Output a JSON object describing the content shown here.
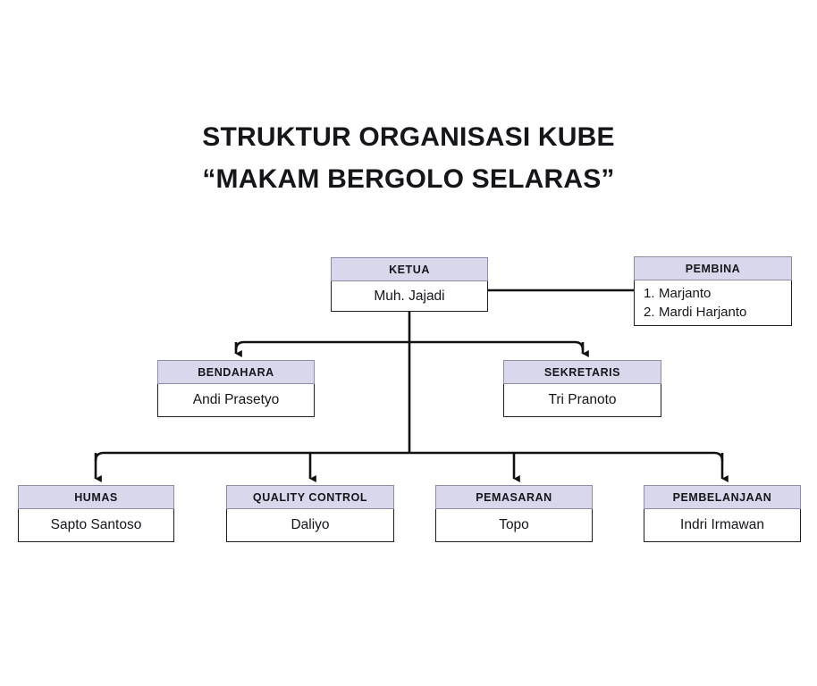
{
  "title": {
    "line1": "STRUKTUR ORGANISASI KUBE",
    "line2": "“MAKAM BERGOLO SELARAS”"
  },
  "colors": {
    "header_fill": "#D9D7EC",
    "header_border": "#8E8CA8",
    "body_border": "#1D1F24",
    "connector": "#111111",
    "text": "#14161A",
    "background": "#FFFFFF"
  },
  "chart_data": {
    "type": "diagram",
    "subtype": "organizational-chart",
    "title": "STRUKTUR ORGANISASI KUBE “MAKAM BERGOLO SELARAS”",
    "nodes": [
      {
        "id": "ketua",
        "role": "KETUA",
        "name": "Muh. Jajadi",
        "level": 0
      },
      {
        "id": "pembina",
        "role": "PEMBINA",
        "names": [
          "Marjanto",
          "Mardi Harjanto"
        ],
        "level": 0
      },
      {
        "id": "bendahara",
        "role": "BENDAHARA",
        "name": "Andi Prasetyo",
        "level": 1
      },
      {
        "id": "sekretaris",
        "role": "SEKRETARIS",
        "name": "Tri Pranoto",
        "level": 1
      },
      {
        "id": "humas",
        "role": "HUMAS",
        "name": "Sapto Santoso",
        "level": 2
      },
      {
        "id": "quality",
        "role": "QUALITY CONTROL",
        "name": "Daliyo",
        "level": 2
      },
      {
        "id": "pemasaran",
        "role": "PEMASARAN",
        "name": "Topo",
        "level": 2
      },
      {
        "id": "pembelanjaan",
        "role": "PEMBELANJAAN",
        "name": "Indri Irmawan",
        "level": 2
      }
    ],
    "edges": [
      {
        "from": "ketua",
        "to": "pembina",
        "style": "plain-line",
        "direction": "horizontal"
      },
      {
        "from": "ketua",
        "to": "bendahara",
        "style": "elbow-arrow"
      },
      {
        "from": "ketua",
        "to": "sekretaris",
        "style": "elbow-arrow"
      },
      {
        "from": "ketua",
        "to": "humas",
        "style": "elbow-arrow"
      },
      {
        "from": "ketua",
        "to": "quality",
        "style": "elbow-arrow"
      },
      {
        "from": "ketua",
        "to": "pemasaran",
        "style": "elbow-arrow"
      },
      {
        "from": "ketua",
        "to": "pembelanjaan",
        "style": "elbow-arrow"
      }
    ]
  },
  "nodes": {
    "ketua": {
      "role": "KETUA",
      "name": "Muh. Jajadi"
    },
    "pembina": {
      "role": "PEMBINA",
      "item1_num": "1.",
      "item1": "Marjanto",
      "item2_num": "2.",
      "item2": "Mardi Harjanto"
    },
    "bendahara": {
      "role": "BENDAHARA",
      "name": "Andi Prasetyo"
    },
    "sekretaris": {
      "role": "SEKRETARIS",
      "name": "Tri Pranoto"
    },
    "humas": {
      "role": "HUMAS",
      "name": "Sapto Santoso"
    },
    "quality": {
      "role": "QUALITY CONTROL",
      "name": "Daliyo"
    },
    "pemasaran": {
      "role": "PEMASARAN",
      "name": "Topo"
    },
    "pembelanjaan": {
      "role": "PEMBELANJAAN",
      "name": "Indri Irmawan"
    }
  }
}
